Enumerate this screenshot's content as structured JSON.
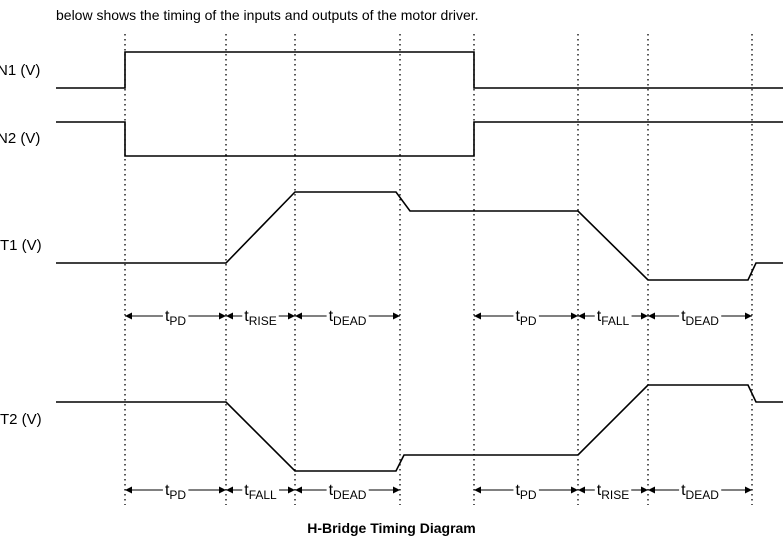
{
  "intro_text": "below shows the timing of the inputs and outputs of the motor driver.",
  "caption": "H-Bridge Timing Diagram",
  "signals": [
    {
      "id": "in1",
      "label": "N1 (V)"
    },
    {
      "id": "in2",
      "label": "N2 (V)"
    },
    {
      "id": "out1",
      "label": "T1 (V)"
    },
    {
      "id": "out2",
      "label": "T2 (V)"
    }
  ],
  "intervals": {
    "out1": [
      {
        "t": "t",
        "sub": "PD"
      },
      {
        "t": "t",
        "sub": "RISE"
      },
      {
        "t": "t",
        "sub": "DEAD"
      },
      {
        "t": "t",
        "sub": "PD"
      },
      {
        "t": "t",
        "sub": "FALL"
      },
      {
        "t": "t",
        "sub": "DEAD"
      }
    ],
    "out2": [
      {
        "t": "t",
        "sub": "PD"
      },
      {
        "t": "t",
        "sub": "FALL"
      },
      {
        "t": "t",
        "sub": "DEAD"
      },
      {
        "t": "t",
        "sub": "PD"
      },
      {
        "t": "t",
        "sub": "RISE"
      },
      {
        "t": "t",
        "sub": "DEAD"
      }
    ]
  }
}
